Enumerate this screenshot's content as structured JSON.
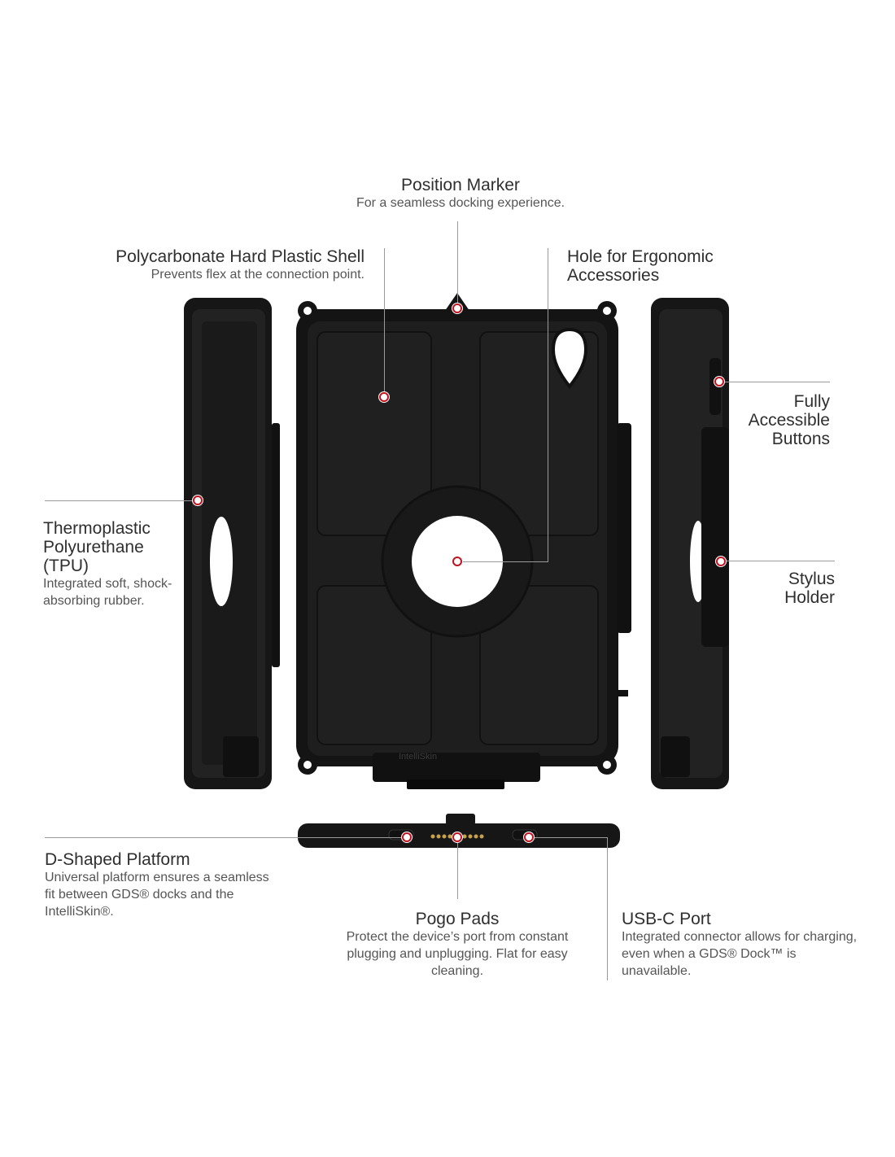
{
  "callouts": {
    "position_marker": {
      "title": "Position Marker",
      "desc": "For a seamless docking experience."
    },
    "poly_shell": {
      "title": "Polycarbonate Hard Plastic Shell",
      "desc": "Prevents flex at the connection point."
    },
    "ergonomic_hole": {
      "title": "Hole for Ergonomic Accessories"
    },
    "buttons": {
      "title": "Fully Accessible Buttons"
    },
    "tpu": {
      "title": "Thermoplastic Polyurethane (TPU)",
      "desc": "Integrated soft, shock-absorbing rubber."
    },
    "stylus": {
      "title": "Stylus Holder"
    },
    "d_platform": {
      "title": "D-Shaped Platform",
      "desc": "Universal platform ensures a seamless fit between GDS® docks and the IntelliSkin®."
    },
    "pogo": {
      "title": "Pogo Pads",
      "desc": "Protect the device’s port from constant plugging and unplugging. Flat for easy cleaning."
    },
    "usbc": {
      "title": "USB-C Port",
      "desc": "Integrated connector allows for charging, even when a GDS® Dock™ is unavailable."
    }
  },
  "product_mark": "IntelliSkin",
  "colors": {
    "case": "#1c1c1c",
    "case_edge": "#0c0c0c",
    "marker_dot": "#c1121f",
    "leader": "#9a9a9a",
    "pogo": "#c8a24a"
  }
}
